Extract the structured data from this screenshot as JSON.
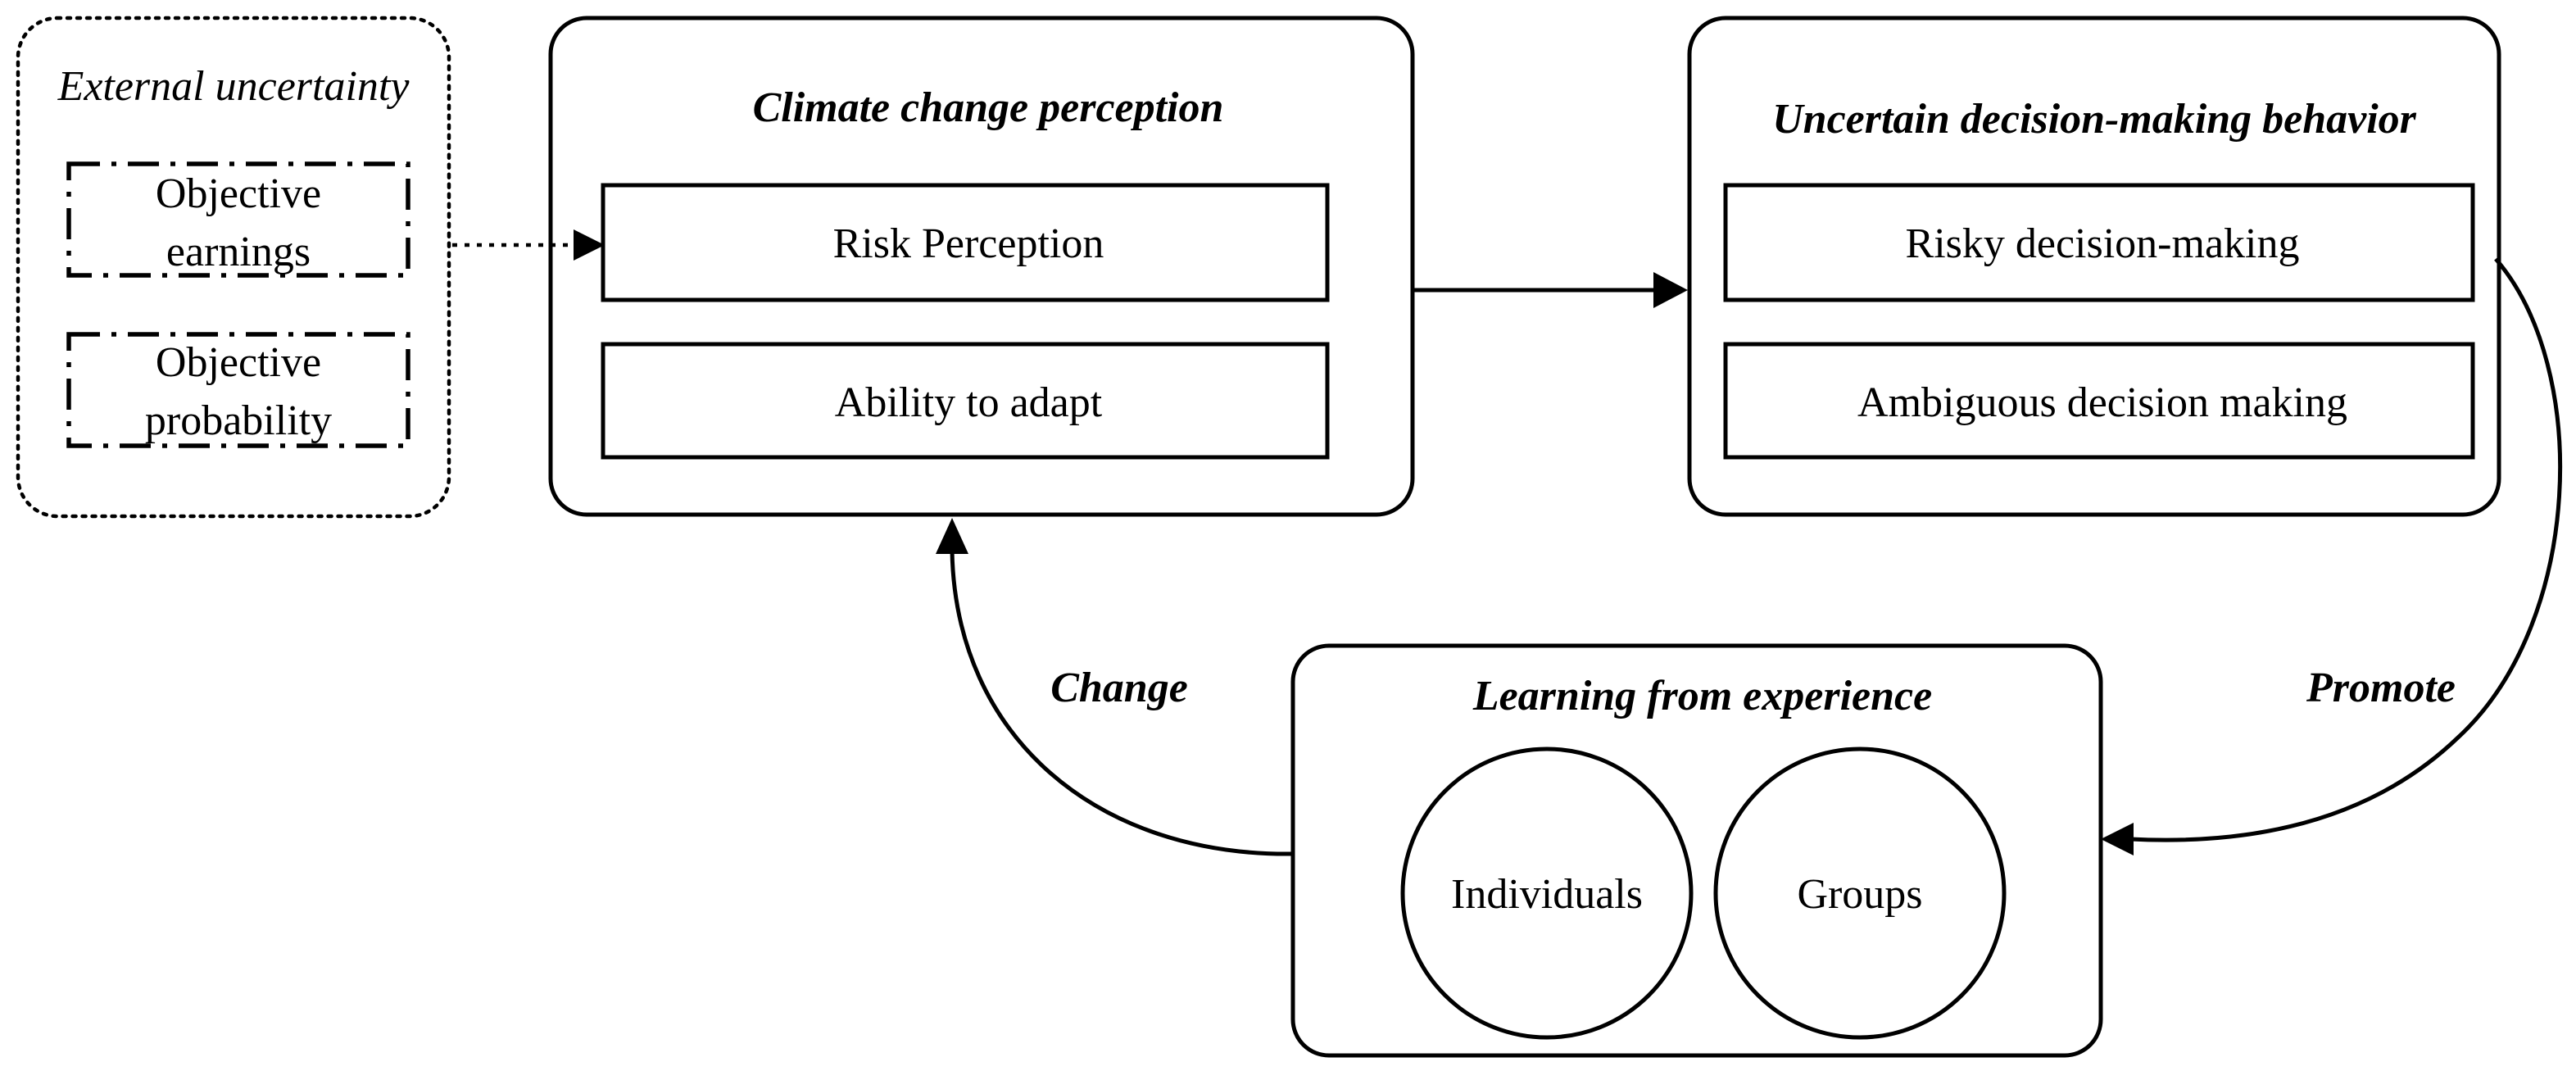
{
  "external": {
    "title": "External uncertainty",
    "item1_line1": "Objective",
    "item1_line2": "earnings",
    "item2_line1": "Objective",
    "item2_line2": "probability"
  },
  "perception": {
    "title": "Climate change perception",
    "item1": "Risk Perception",
    "item2": "Ability to adapt"
  },
  "decision": {
    "title": "Uncertain decision-making behavior",
    "item1": "Risky decision-making",
    "item2": "Ambiguous decision making"
  },
  "learning": {
    "title": "Learning from experience",
    "item1": "Individuals",
    "item2": "Groups"
  },
  "edges": {
    "change": "Change",
    "promote": "Promote"
  }
}
